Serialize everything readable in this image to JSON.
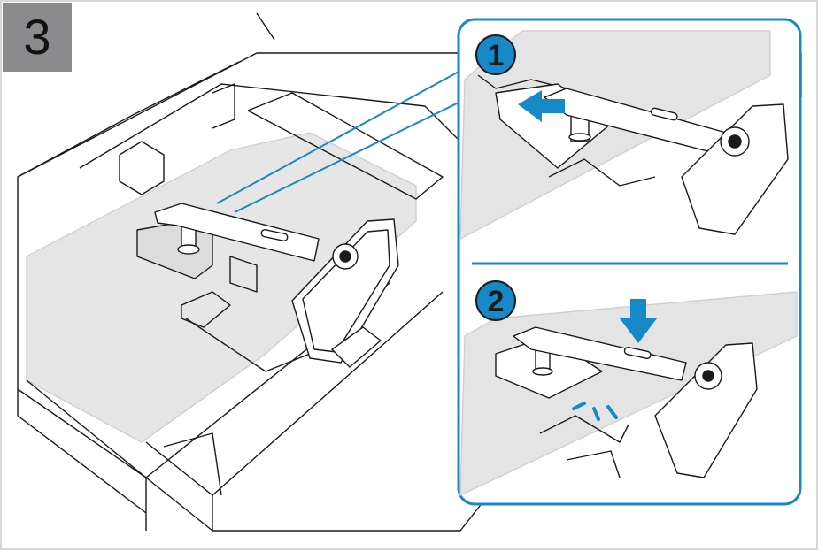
{
  "step": {
    "number": "3"
  },
  "substeps": [
    {
      "number": "1"
    },
    {
      "number": "2"
    }
  ],
  "colors": {
    "accent": "#1789c8",
    "step_box": "#8b8b8d",
    "line": "#1a1a1a",
    "shade": "#e4e4e4",
    "background": "#ffffff"
  }
}
